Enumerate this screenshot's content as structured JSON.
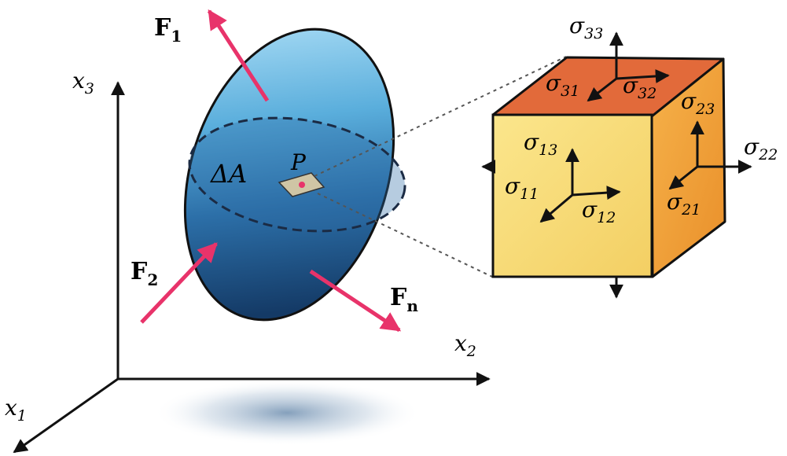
{
  "axes": {
    "x1": {
      "base": "x",
      "sub": "1"
    },
    "x2": {
      "base": "x",
      "sub": "2"
    },
    "x3": {
      "base": "x",
      "sub": "3"
    }
  },
  "forces": {
    "f1": {
      "base": "F",
      "sub": "1"
    },
    "f2": {
      "base": "F",
      "sub": "2"
    },
    "fn": {
      "base": "F",
      "sub": "n"
    }
  },
  "body": {
    "area_label": "ΔA",
    "point_label": "P"
  },
  "stress": {
    "s11": {
      "base": "σ",
      "sub": "11"
    },
    "s12": {
      "base": "σ",
      "sub": "12"
    },
    "s13": {
      "base": "σ",
      "sub": "13"
    },
    "s21": {
      "base": "σ",
      "sub": "21"
    },
    "s22": {
      "base": "σ",
      "sub": "22"
    },
    "s23": {
      "base": "σ",
      "sub": "23"
    },
    "s31": {
      "base": "σ",
      "sub": "31"
    },
    "s32": {
      "base": "σ",
      "sub": "32"
    },
    "s33": {
      "base": "σ",
      "sub": "33"
    }
  },
  "colors": {
    "force_arrow": "#e8336a",
    "body_light": "#8fd0f0",
    "body_dark": "#16406e",
    "cube_front": "#f7dc78",
    "cube_top": "#e26a3a",
    "cube_side": "#f1a336"
  }
}
